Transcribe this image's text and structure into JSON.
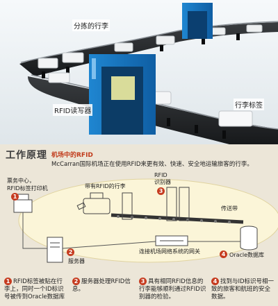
{
  "photo": {
    "label_sorted": "分拣的行李",
    "label_reader": "RFID读写器",
    "label_tag": "行李标签"
  },
  "diagram": {
    "title": "工作原理",
    "subtitle": "机场中的RFID",
    "description": "McCarran国际机场正在使用RFID来更有效、快速、安全地运输旅客的行李。",
    "ticket_center": "票务中心，",
    "tag_printer": "RFID标签打印机",
    "tagged_bag": "带有RFID的行李",
    "rfid_reader_1": "RFID",
    "rfid_reader_2": "识别器",
    "conveyor": "传送带",
    "gateway": "连接机场网络系统的网关",
    "server": "服务器",
    "oracle_db": "Oracle数据库",
    "steps": [
      {
        "num": "1",
        "text": "RFID标签被贴在行李上，同时一个ID标识号被传到Oracle数据库"
      },
      {
        "num": "2",
        "text": "服务器处理RFID信息。"
      },
      {
        "num": "3",
        "text": "具有相同RFID信息的行李能够顺利通过RFID识别器的检验。"
      },
      {
        "num": "4",
        "text": "找到与ID标识号相一致的旅客和航班的安全数据。"
      }
    ],
    "markers": [
      "1",
      "2",
      "3",
      "4"
    ]
  }
}
